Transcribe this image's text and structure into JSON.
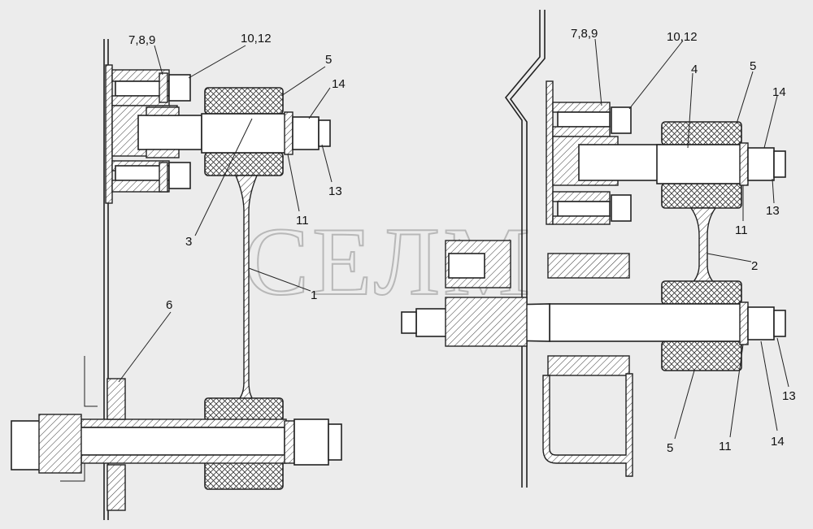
{
  "watermark": "СЕЛМ",
  "colors": {
    "background": "#ececec",
    "line": "#222222",
    "watermark": "#b8b8b8"
  },
  "left_view": {
    "callouts": [
      {
        "id": "l-789",
        "text": "7,8,9"
      },
      {
        "id": "l-1012",
        "text": "10,12"
      },
      {
        "id": "l-5",
        "text": "5"
      },
      {
        "id": "l-14",
        "text": "14"
      },
      {
        "id": "l-13",
        "text": "13"
      },
      {
        "id": "l-11",
        "text": "11"
      },
      {
        "id": "l-3",
        "text": "3"
      },
      {
        "id": "l-1",
        "text": "1"
      },
      {
        "id": "l-6",
        "text": "6"
      }
    ]
  },
  "right_view": {
    "callouts": [
      {
        "id": "r-789",
        "text": "7,8,9"
      },
      {
        "id": "r-1012",
        "text": "10,12"
      },
      {
        "id": "r-4",
        "text": "4"
      },
      {
        "id": "r-5a",
        "text": "5"
      },
      {
        "id": "r-14a",
        "text": "14"
      },
      {
        "id": "r-11a",
        "text": "11"
      },
      {
        "id": "r-13a",
        "text": "13"
      },
      {
        "id": "r-2",
        "text": "2"
      },
      {
        "id": "r-13b",
        "text": "13"
      },
      {
        "id": "r-5b",
        "text": "5"
      },
      {
        "id": "r-11b",
        "text": "11"
      },
      {
        "id": "r-14b",
        "text": "14"
      }
    ]
  }
}
